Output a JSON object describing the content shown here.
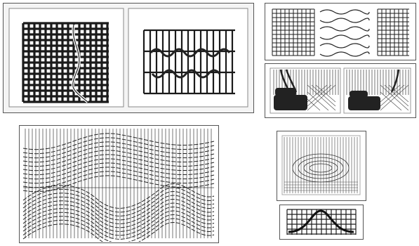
{
  "figure": {
    "panels": [
      {
        "name": "plain-weave-with-slit-panel",
        "kind": "weave"
      },
      {
        "name": "interlocking-weft-panel",
        "kind": "weave"
      },
      {
        "name": "dovetail-joins-panel",
        "kind": "weave"
      },
      {
        "name": "eccentric-weft-build-up-panel",
        "kind": "weave"
      },
      {
        "name": "curved-weft-tapestry-panel",
        "kind": "weave"
      },
      {
        "name": "circular-motif-panel",
        "kind": "weave"
      }
    ],
    "colors": {
      "ink": "#1a1a1a",
      "paper": "#ffffff",
      "frame": "#555555",
      "shadow": "#d8d8d8"
    }
  }
}
